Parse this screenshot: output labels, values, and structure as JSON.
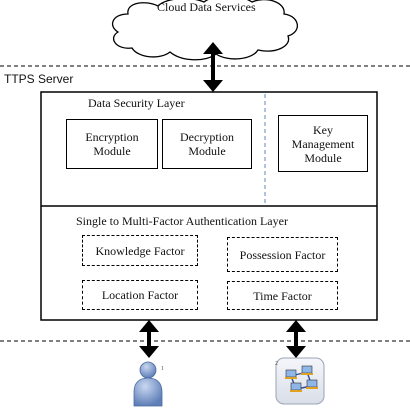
{
  "cloud": {
    "label": "Cloud Data Services"
  },
  "server": {
    "label": "TTPS Server"
  },
  "security_layer": {
    "title": "Data Security Layer",
    "encryption": "Encryption Module",
    "decryption": "Decryption Module",
    "key_management": "Key Management Module"
  },
  "auth_layer": {
    "title": "Single to Multi-Factor Authentication Layer",
    "knowledge": "Knowledge Factor",
    "possession": "Possession Factor",
    "location": "Location Factor",
    "time": "Time Factor"
  },
  "markers": {
    "user": "1",
    "network": "2"
  },
  "icons": {
    "user": "user-icon",
    "network": "network-computers-icon"
  },
  "colors": {
    "user_fill": "#8fa9d6",
    "dashed_divider": "#5b8bbf"
  }
}
